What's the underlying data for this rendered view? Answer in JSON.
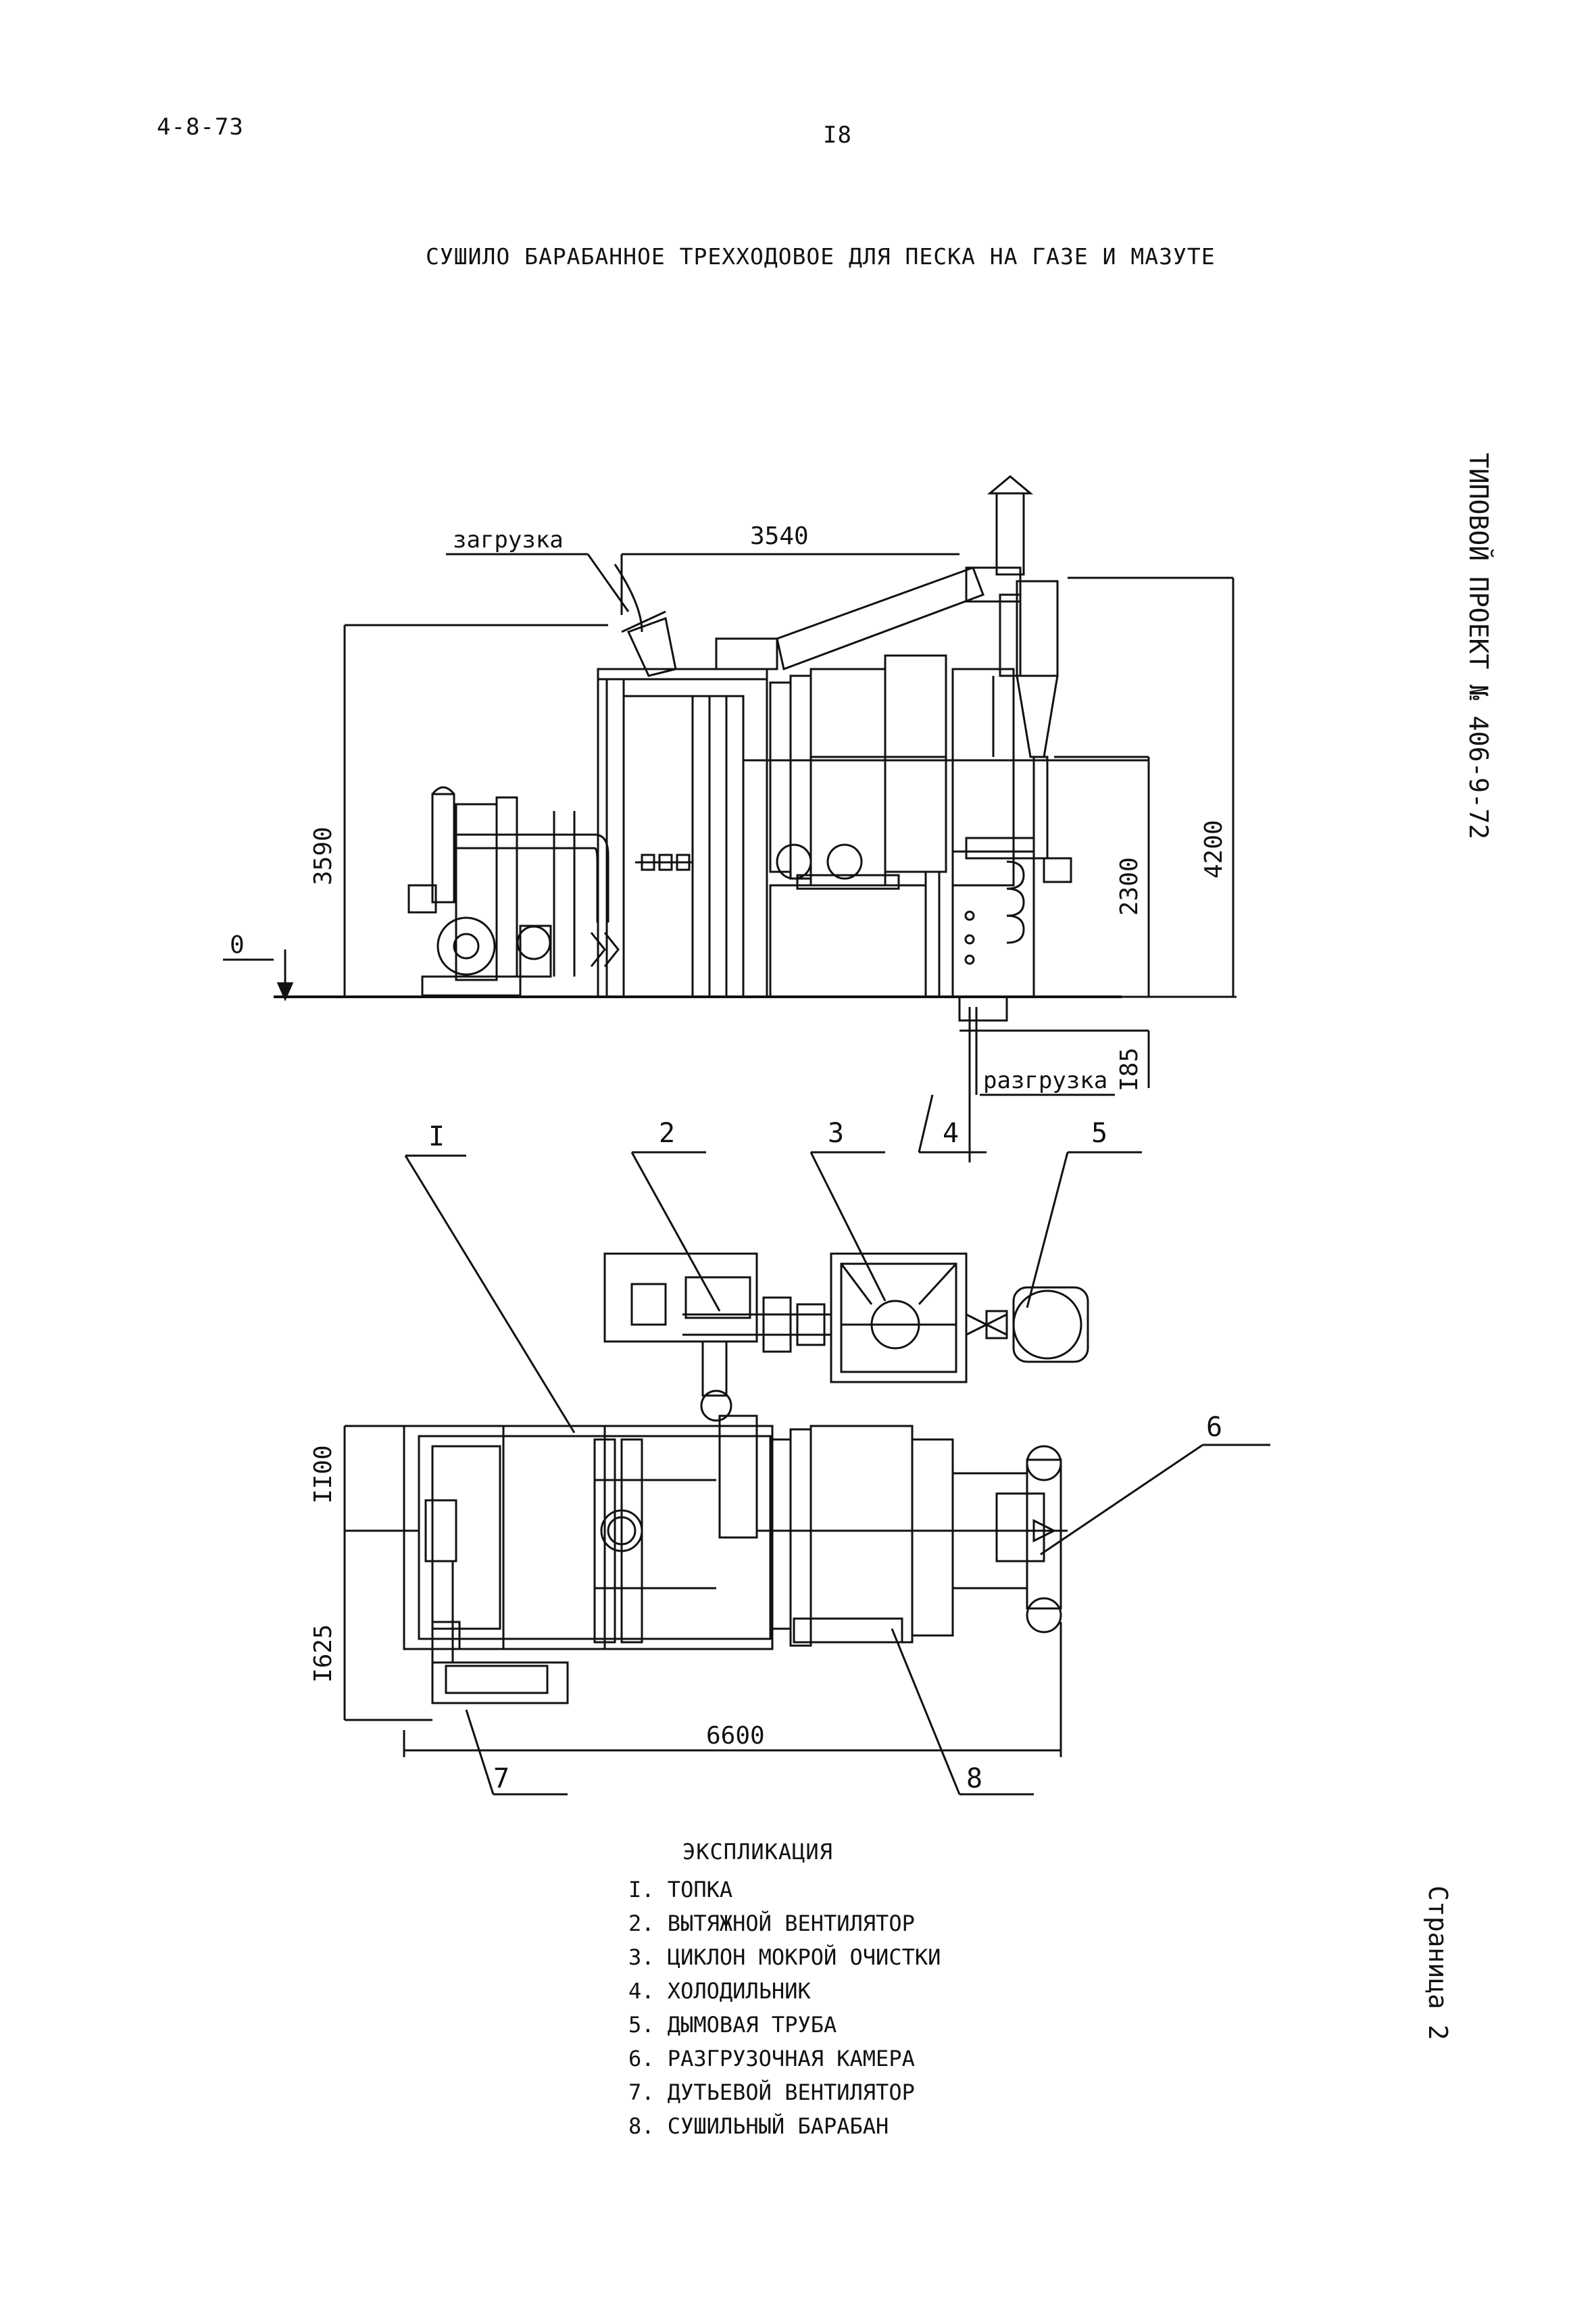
{
  "header": {
    "doc_code": "4-8-73",
    "page_number": "I8",
    "title": "СУШИЛО БАРАБАННОЕ ТРЕХХОДОВОЕ ДЛЯ ПЕСКА НА ГАЗЕ И МАЗУТЕ"
  },
  "side": {
    "project": "ТИПОВОЙ ПРОЕКТ № 406-9-72",
    "page": "Страница 2"
  },
  "elevation": {
    "label_load": "загрузка",
    "label_unload": "разгрузка",
    "dim_top": "3540",
    "dim_left": "3590",
    "dim_mid": "2300",
    "dim_right": "4200",
    "dim_bottom": "I85",
    "zero": "0"
  },
  "plan": {
    "dim_upper": "II00",
    "dim_lower": "I625",
    "dim_width": "6600",
    "callouts": [
      "I",
      "2",
      "3",
      "4",
      "5",
      "6",
      "7",
      "8"
    ]
  },
  "legend": {
    "title": "ЭКСПЛИКАЦИЯ",
    "items": [
      "I. ТОПКА",
      "2. ВЫТЯЖНОЙ ВЕНТИЛЯТОР",
      "3. ЦИКЛОН МОКРОЙ ОЧИСТКИ",
      "4. ХОЛОДИЛЬНИК",
      "5. ДЫМОВАЯ ТРУБА",
      "6. РАЗГРУЗОЧНАЯ КАМЕРА",
      "7. ДУТЬЕВОЙ ВЕНТИЛЯТОР",
      "8. СУШИЛЬНЫЙ БАРАБАН"
    ]
  }
}
